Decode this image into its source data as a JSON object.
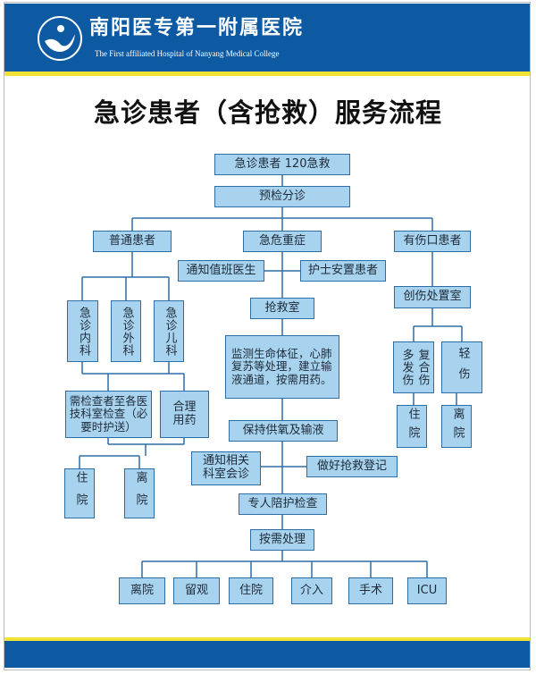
{
  "header": {
    "hospital_name": "南阳医专第一附属医院",
    "hospital_name_en": "The First affiliated Hospital of Nanyang Medical College"
  },
  "title": "急诊患者（含抢救）服务流程",
  "nodes": {
    "start": "急诊患者  120急救",
    "triage": "预检分诊",
    "general": "普通患者",
    "critical": "急危重症",
    "wounded": "有伤口患者",
    "notify_doctor": "通知值班医生",
    "nurse_place": "护士安置患者",
    "rescue_room": "抢救室",
    "trauma_room": "创伤处置室",
    "internal": "急诊内科",
    "surgery": "急诊外科",
    "pediatrics": "急诊儿科",
    "monitor": "监测生命体征，心肺复苏等处理，建立输液通道，按需用药。",
    "multi_injury": "多发伤",
    "compound_injury": "复合伤",
    "minor_injury": "轻伤",
    "exam": "需检查者至各医技科室检查（必要时护送）",
    "medication": "合理用药",
    "oxygen": "保持供氧及输液",
    "wound_admit": "住院",
    "wound_discharge": "离院",
    "consult": "通知相关科室会诊",
    "record": "做好抢救登记",
    "gen_admit": "住院",
    "gen_discharge": "离院",
    "escort": "专人陪护检查",
    "handle": "按需处理"
  },
  "outcomes": [
    "离院",
    "留观",
    "住院",
    "介入",
    "手术",
    "ICU"
  ]
}
